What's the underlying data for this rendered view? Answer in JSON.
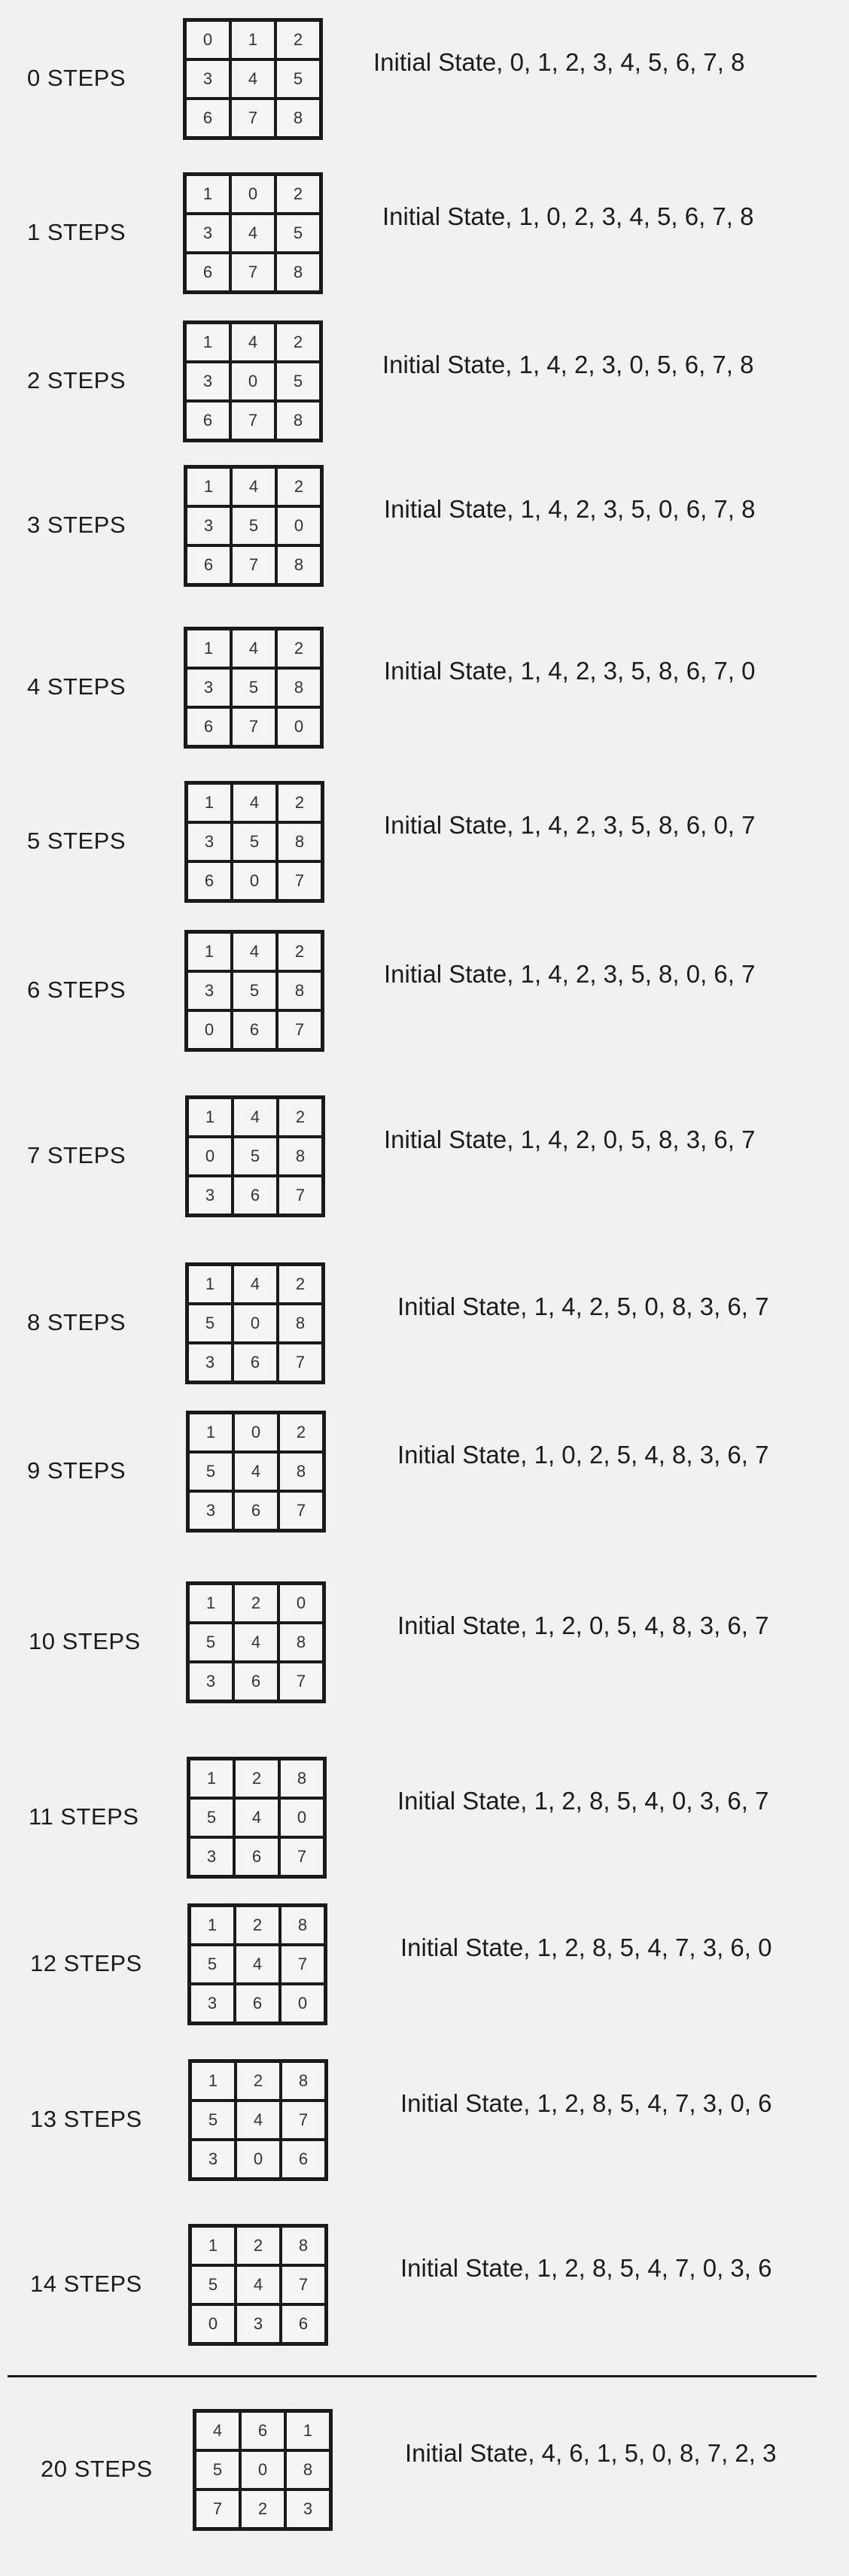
{
  "rows": [
    {
      "steps": "0 STEPS",
      "tiles": [
        "0",
        "1",
        "2",
        "3",
        "4",
        "5",
        "6",
        "7",
        "8"
      ],
      "state": "Initial State, 0, 1, 2, 3, 4, 5, 6, 7, 8"
    },
    {
      "steps": "1 STEPS",
      "tiles": [
        "1",
        "0",
        "2",
        "3",
        "4",
        "5",
        "6",
        "7",
        "8"
      ],
      "state": "Initial State, 1, 0, 2, 3, 4, 5, 6, 7, 8"
    },
    {
      "steps": "2 STEPS",
      "tiles": [
        "1",
        "4",
        "2",
        "3",
        "0",
        "5",
        "6",
        "7",
        "8"
      ],
      "state": "Initial State, 1, 4, 2, 3, 0, 5, 6, 7, 8"
    },
    {
      "steps": "3 STEPS",
      "tiles": [
        "1",
        "4",
        "2",
        "3",
        "5",
        "0",
        "6",
        "7",
        "8"
      ],
      "state": "Initial State, 1, 4, 2, 3, 5, 0, 6, 7, 8"
    },
    {
      "steps": "4 STEPS",
      "tiles": [
        "1",
        "4",
        "2",
        "3",
        "5",
        "8",
        "6",
        "7",
        "0"
      ],
      "state": "Initial State, 1, 4, 2, 3, 5, 8, 6, 7, 0"
    },
    {
      "steps": "5 STEPS",
      "tiles": [
        "1",
        "4",
        "2",
        "3",
        "5",
        "8",
        "6",
        "0",
        "7"
      ],
      "state": "Initial State, 1, 4, 2, 3, 5, 8, 6, 0, 7"
    },
    {
      "steps": "6 STEPS",
      "tiles": [
        "1",
        "4",
        "2",
        "3",
        "5",
        "8",
        "0",
        "6",
        "7"
      ],
      "state": "Initial State, 1, 4, 2, 3, 5, 8, 0, 6, 7"
    },
    {
      "steps": "7 STEPS",
      "tiles": [
        "1",
        "4",
        "2",
        "0",
        "5",
        "8",
        "3",
        "6",
        "7"
      ],
      "state": "Initial State, 1, 4, 2, 0, 5, 8, 3, 6, 7"
    },
    {
      "steps": "8 STEPS",
      "tiles": [
        "1",
        "4",
        "2",
        "5",
        "0",
        "8",
        "3",
        "6",
        "7"
      ],
      "state": "Initial State, 1, 4, 2, 5, 0, 8, 3, 6, 7"
    },
    {
      "steps": "9 STEPS",
      "tiles": [
        "1",
        "0",
        "2",
        "5",
        "4",
        "8",
        "3",
        "6",
        "7"
      ],
      "state": "Initial State, 1, 0, 2, 5, 4, 8, 3, 6, 7"
    },
    {
      "steps": "10 STEPS",
      "tiles": [
        "1",
        "2",
        "0",
        "5",
        "4",
        "8",
        "3",
        "6",
        "7"
      ],
      "state": "Initial State, 1, 2, 0, 5, 4, 8, 3, 6, 7"
    },
    {
      "steps": "11 STEPS",
      "tiles": [
        "1",
        "2",
        "8",
        "5",
        "4",
        "0",
        "3",
        "6",
        "7"
      ],
      "state": "Initial State, 1, 2, 8, 5, 4, 0, 3, 6, 7"
    },
    {
      "steps": "12 STEPS",
      "tiles": [
        "1",
        "2",
        "8",
        "5",
        "4",
        "7",
        "3",
        "6",
        "0"
      ],
      "state": "Initial State, 1, 2, 8, 5, 4, 7, 3, 6, 0"
    },
    {
      "steps": "13 STEPS",
      "tiles": [
        "1",
        "2",
        "8",
        "5",
        "4",
        "7",
        "3",
        "0",
        "6"
      ],
      "state": "Initial State, 1, 2, 8, 5, 4, 7, 3, 0, 6"
    },
    {
      "steps": "14 STEPS",
      "tiles": [
        "1",
        "2",
        "8",
        "5",
        "4",
        "7",
        "0",
        "3",
        "6"
      ],
      "state": "Initial State, 1, 2, 8, 5, 4, 7, 0, 3, 6"
    },
    {
      "steps": "20 STEPS",
      "tiles": [
        "4",
        "6",
        "1",
        "5",
        "0",
        "8",
        "7",
        "2",
        "3"
      ],
      "state": "Initial State, 4, 6, 1, 5, 0, 8, 7, 2, 3"
    }
  ]
}
